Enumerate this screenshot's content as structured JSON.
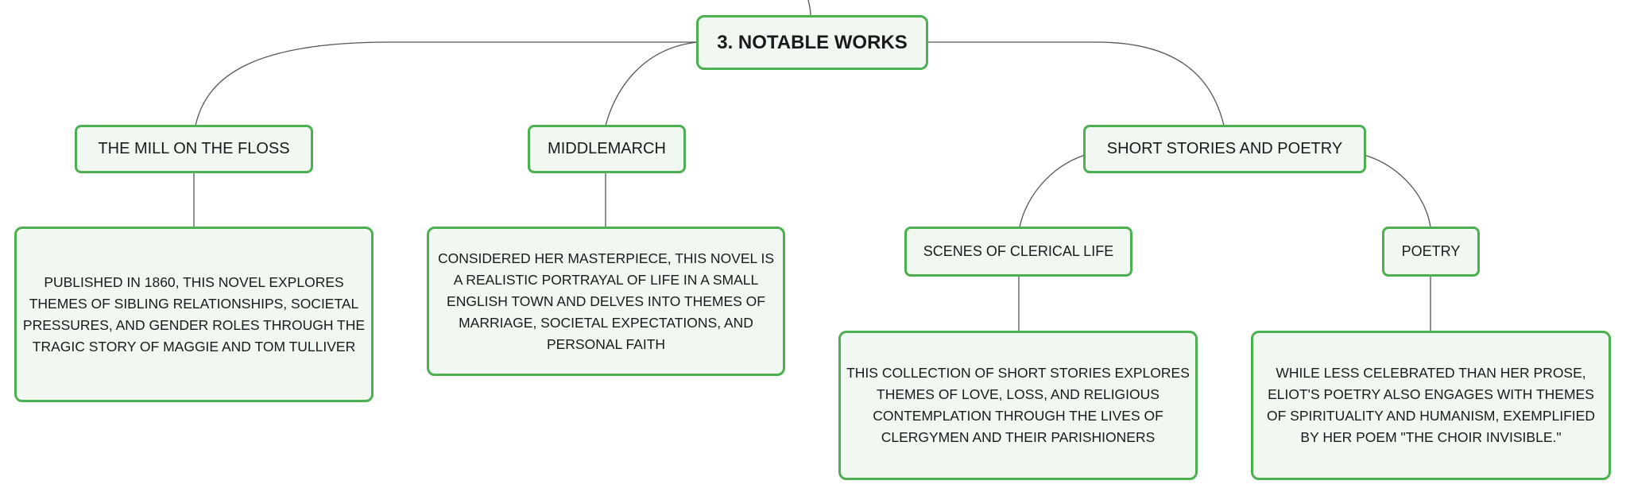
{
  "root": {
    "label": "3. NOTABLE WORKS"
  },
  "works": [
    {
      "label": "THE MILL ON THE FLOSS",
      "description": "PUBLISHED IN 1860, THIS NOVEL EXPLORES THEMES OF SIBLING RELATIONSHIPS, SOCIETAL PRESSURES, AND GENDER ROLES THROUGH THE TRAGIC STORY OF MAGGIE AND TOM TULLIVER"
    },
    {
      "label": "MIDDLEMARCH",
      "description": "CONSIDERED HER MASTERPIECE, THIS NOVEL IS A REALISTIC PORTRAYAL OF LIFE IN A SMALL ENGLISH TOWN AND DELVES INTO THEMES OF MARRIAGE, SOCIETAL EXPECTATIONS, AND PERSONAL FAITH"
    },
    {
      "label": "SHORT STORIES AND POETRY",
      "children": [
        {
          "label": "SCENES OF CLERICAL LIFE",
          "description": "THIS COLLECTION OF SHORT STORIES EXPLORES THEMES OF LOVE, LOSS, AND RELIGIOUS CONTEMPLATION THROUGH THE LIVES OF CLERGYMEN AND THEIR PARISHIONERS"
        },
        {
          "label": "POETRY",
          "description": "WHILE LESS CELEBRATED THAN HER PROSE, ELIOT'S POETRY ALSO ENGAGES WITH THEMES OF SPIRITUALITY AND HUMANISM, EXEMPLIFIED BY HER POEM \"THE CHOIR INVISIBLE.\""
        }
      ]
    }
  ],
  "colors": {
    "border": "#4caf50",
    "fill": "#f1f8f1",
    "connector": "#555555"
  }
}
